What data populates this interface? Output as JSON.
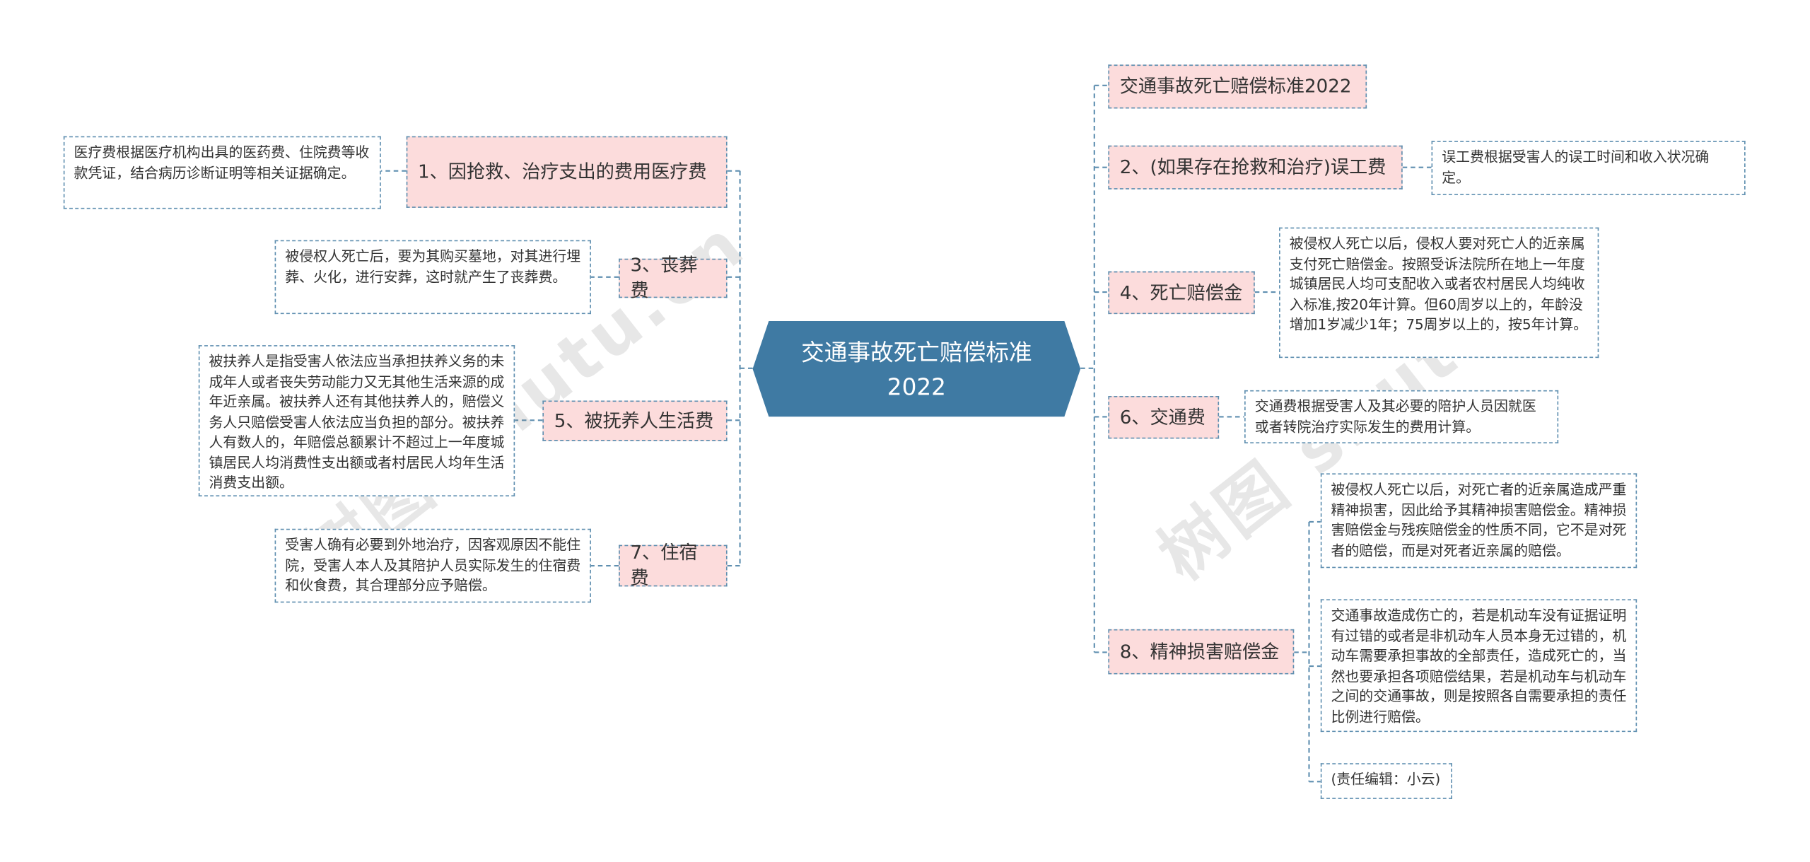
{
  "root": {
    "label": "交通事故死亡赔偿标准2022"
  },
  "left_branches": [
    {
      "label": "1、因抢救、治疗支出的费用医疗费",
      "note": "医疗费根据医疗机构出具的医药费、住院费等收款凭证，结合病历诊断证明等相关证据确定。"
    },
    {
      "label": "3、丧葬费",
      "note": "被侵权人死亡后，要为其购买墓地，对其进行埋葬、火化，进行安葬，这时就产生了丧葬费。"
    },
    {
      "label": "5、被抚养人生活费",
      "note": "被扶养人是指受害人依法应当承担扶养义务的未成年人或者丧失劳动能力又无其他生活来源的成年近亲属。被扶养人还有其他扶养人的，赔偿义务人只赔偿受害人依法应当负担的部分。被扶养人有数人的，年赔偿总额累计不超过上一年度城镇居民人均消费性支出额或者村居民人均年生活消费支出额。"
    },
    {
      "label": "7、住宿费",
      "note": "受害人确有必要到外地治疗，因客观原因不能住院，受害人本人及其陪护人员实际发生的住宿费和伙食费，其合理部分应予赔偿。"
    }
  ],
  "right_branches": [
    {
      "label": "交通事故死亡赔偿标准2022"
    },
    {
      "label": "2、(如果存在抢救和治疗)误工费",
      "note": "误工费根据受害人的误工时间和收入状况确定。"
    },
    {
      "label": "4、死亡赔偿金",
      "note": "被侵权人死亡以后，侵权人要对死亡人的近亲属支付死亡赔偿金。按照受诉法院所在地上一年度城镇居民人均可支配收入或者农村居民人均纯收入标准,按20年计算。但60周岁以上的，年龄没增加1岁减少1年；75周岁以上的，按5年计算。"
    },
    {
      "label": "6、交通费",
      "note": "交通费根据受害人及其必要的陪护人员因就医或者转院治疗实际发生的费用计算。"
    },
    {
      "label": "8、精神损害赔偿金",
      "notes": [
        "被侵权人死亡以后，对死亡者的近亲属造成严重精神损害，因此给予其精神损害赔偿金。精神损害赔偿金与残疾赔偿金的性质不同，它不是对死者的赔偿，而是对死者近亲属的赔偿。",
        "交通事故造成伤亡的，若是机动车没有证据证明有过错的或者是非机动车人员本身无过错的，机动车需要承担事故的全部责任，造成死亡的，当然也要承担各项赔偿结果，若是机动车与机动车之间的交通事故，则是按照各自需要承担的责任比例进行赔偿。",
        "(责任编辑：小云)"
      ]
    }
  ],
  "watermarks": [
    "树图 shutu.cn",
    "树图 shutu.cn"
  ],
  "colors": {
    "root_fill": "#3f7aa3",
    "topic_fill": "#fcdcdc",
    "line": "#5f8fb0",
    "text": "#333333"
  }
}
